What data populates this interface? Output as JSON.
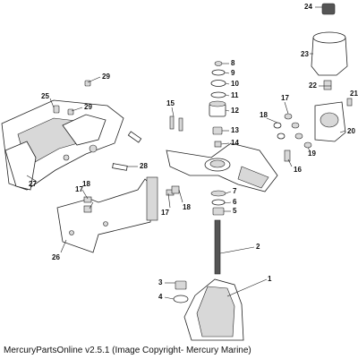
{
  "diagram": {
    "callouts": [
      {
        "id": "c1",
        "text": "1"
      },
      {
        "id": "c2",
        "text": "2"
      },
      {
        "id": "c3",
        "text": "3"
      },
      {
        "id": "c4",
        "text": "4"
      },
      {
        "id": "c5",
        "text": "5"
      },
      {
        "id": "c6",
        "text": "6"
      },
      {
        "id": "c7",
        "text": "7"
      },
      {
        "id": "c8",
        "text": "8"
      },
      {
        "id": "c9",
        "text": "9"
      },
      {
        "id": "c10",
        "text": "10"
      },
      {
        "id": "c11",
        "text": "11"
      },
      {
        "id": "c12",
        "text": "12"
      },
      {
        "id": "c13",
        "text": "13"
      },
      {
        "id": "c14",
        "text": "14"
      },
      {
        "id": "c15",
        "text": "15"
      },
      {
        "id": "c16",
        "text": "16"
      },
      {
        "id": "c17a",
        "text": "17"
      },
      {
        "id": "c17b",
        "text": "17"
      },
      {
        "id": "c17c",
        "text": "17"
      },
      {
        "id": "c18a",
        "text": "18"
      },
      {
        "id": "c18b",
        "text": "18"
      },
      {
        "id": "c18c",
        "text": "18"
      },
      {
        "id": "c19",
        "text": "19"
      },
      {
        "id": "c20",
        "text": "20"
      },
      {
        "id": "c21",
        "text": "21"
      },
      {
        "id": "c22",
        "text": "22"
      },
      {
        "id": "c23",
        "text": "23"
      },
      {
        "id": "c24",
        "text": "24"
      },
      {
        "id": "c25",
        "text": "25"
      },
      {
        "id": "c26",
        "text": "26"
      },
      {
        "id": "c27",
        "text": "27"
      },
      {
        "id": "c28",
        "text": "28"
      },
      {
        "id": "c29a",
        "text": "29"
      },
      {
        "id": "c29b",
        "text": "29"
      }
    ]
  },
  "caption": "MercuryPartsOnline v2.5.1 (Image Copyright- Mercury Marine)"
}
